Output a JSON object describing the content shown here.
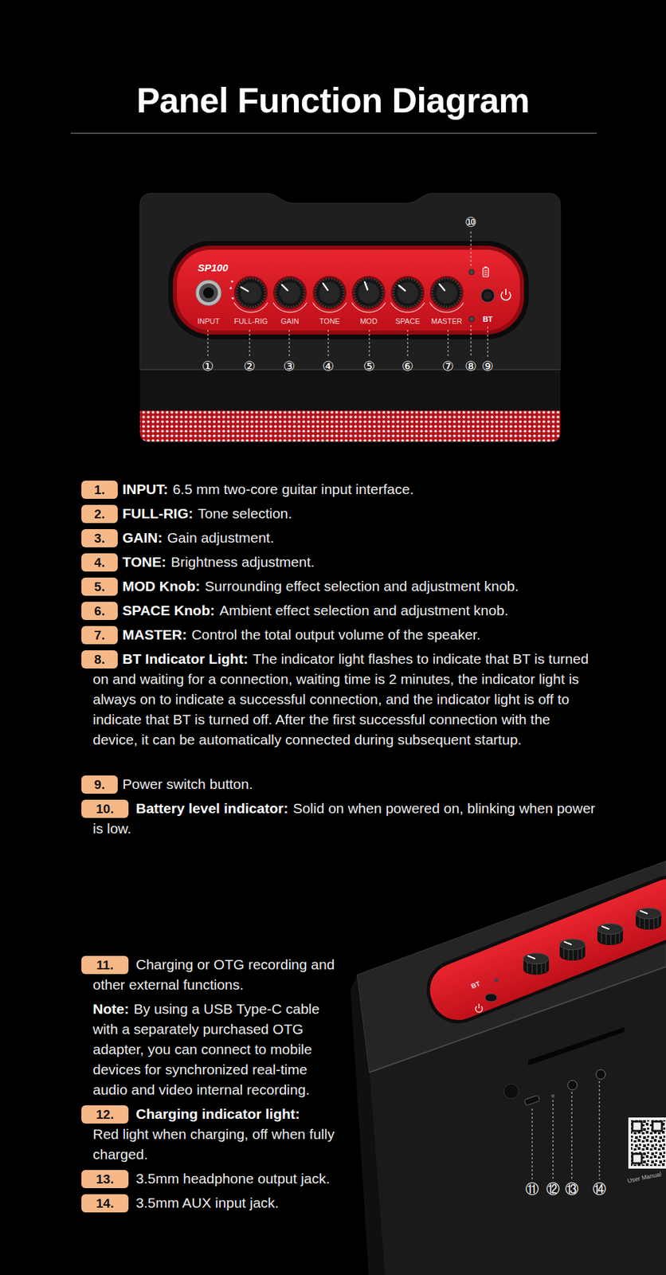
{
  "diagram": {
    "title": "Panel Function Diagram",
    "nodes": [
      {
        "text": [
          "1."
        ]
      },
      {
        "text": [
          "2."
        ]
      },
      {
        "text": [
          "3."
        ]
      },
      {
        "text": [
          "4."
        ]
      },
      {
        "text": [
          "5."
        ]
      },
      {
        "text": [
          "6."
        ]
      },
      {
        "text": [
          "7."
        ]
      },
      {
        "text": [
          "8."
        ]
      },
      {
        "text": [
          "9."
        ]
      },
      {
        "text": [
          "10."
        ]
      },
      {
        "text": [
          "11."
        ]
      },
      {
        "text": [
          "12."
        ]
      },
      {
        "text": [
          "13."
        ]
      },
      {
        "text": [
          "14."
        ]
      }
    ],
    "labels": [
      "SP100",
      "INPUT",
      "FULL-RIG",
      "GAIN",
      "TONE",
      "MOD",
      "SPACE",
      "MASTER",
      "BT",
      "⑩",
      "①",
      "②",
      "③",
      "④",
      "⑤",
      "⑥",
      "⑦",
      "⑧",
      "⑨",
      "INPUT:",
      "6.5 mm two-core guitar input interface.",
      "FULL-RIG:",
      "Tone selection.",
      "GAIN:",
      "Gain adjustment.",
      "TONE:",
      "Brightness adjustment.",
      "MOD Knob:",
      "Surrounding effect selection and adjustment knob.",
      "SPACE Knob:",
      "Ambient effect selection and adjustment knob.",
      "MASTER:",
      "Control the total output volume of the speaker.",
      "BT Indicator Light:",
      "The indicator light flashes to indicate that BT is turned on and waiting for a connection, waiting time is 2 minutes, the indicator light is always on to indicate a successful connection, and the indicator light is off to indicate that BT is turned off. After the first successful connection with the device, it can be automatically connected during subsequent startup.",
      "Power switch button.",
      "Battery level indicator:",
      "Solid on when powered on, blinking when power is low.",
      "BT",
      "User Manual",
      "Charging or OTG recording and other external functions.",
      "Note:",
      "By using a USB Type-C cable with a separately purchased OTG adapter, you can connect to mobile devices for synchronized real-time audio and video internal recording.",
      "Charging indicator light:",
      "Red light when charging, off when fully charged.",
      "3.5mm headphone output jack.",
      "3.5mm AUX input jack.",
      "⑪",
      "⑫",
      "⑬",
      "⑭"
    ]
  }
}
